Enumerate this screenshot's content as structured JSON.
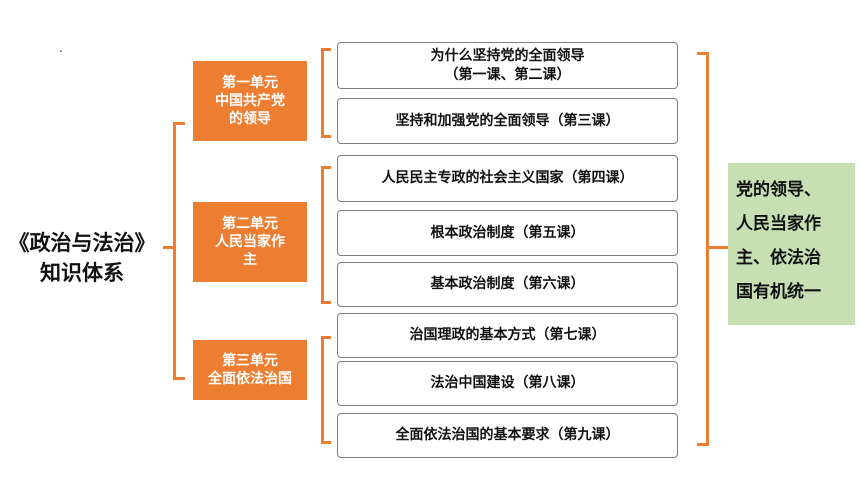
{
  "root": {
    "line1": "《政治与法治》",
    "line2": "知识体系"
  },
  "units": [
    {
      "line1": "第一单元",
      "line2": "中国共产党",
      "line3": "的领导"
    },
    {
      "line1": "第二单元",
      "line2": "人民当家作",
      "line3": "主"
    },
    {
      "line1": "第三单元",
      "line2": "全面依法治国"
    }
  ],
  "lessons": [
    {
      "line1": "为什么坚持党的全面领导",
      "line2": "（第一课、第二课）"
    },
    {
      "line1": "坚持和加强党的全面领导（第三课）"
    },
    {
      "line1": "人民民主专政的社会主义国家（第四课）"
    },
    {
      "line1": "根本政治制度（第五课）"
    },
    {
      "line1": "基本政治制度（第六课）"
    },
    {
      "line1": "治国理政的基本方式（第七课）"
    },
    {
      "line1": "法治中国建设（第八课）"
    },
    {
      "line1": "全面依法治国的基本要求（第九课）"
    }
  ],
  "summary": {
    "lines": [
      "党的领导、",
      "人民当家作",
      "主、依法治",
      "国有机统一"
    ]
  },
  "colors": {
    "orange": "#ed7d31",
    "green": "#c6e0b4",
    "box_border": "#7f7f7f"
  }
}
